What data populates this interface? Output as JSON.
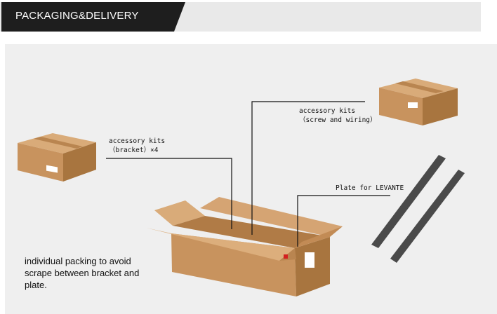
{
  "header": {
    "title": "PACKAGING&DELIVERY"
  },
  "labels": {
    "kit_bracket_line1": "accessory kits",
    "kit_bracket_line2": "（bracket）×4",
    "kit_screw_line1": "accessory kits",
    "kit_screw_line2": "（screw and wiring）",
    "plate": "Plate for LEVANTE"
  },
  "note": {
    "text": "individual packing to avoid scrape between bracket and plate."
  },
  "colors": {
    "header_dark": "#1e1e1e",
    "header_light": "#e9e9e9",
    "panel": "#efefef",
    "cardboard": "#c8935e",
    "cardboard_dark": "#a8753f",
    "cardboard_light": "#d9ab79",
    "plate": "#4a4a4a"
  }
}
